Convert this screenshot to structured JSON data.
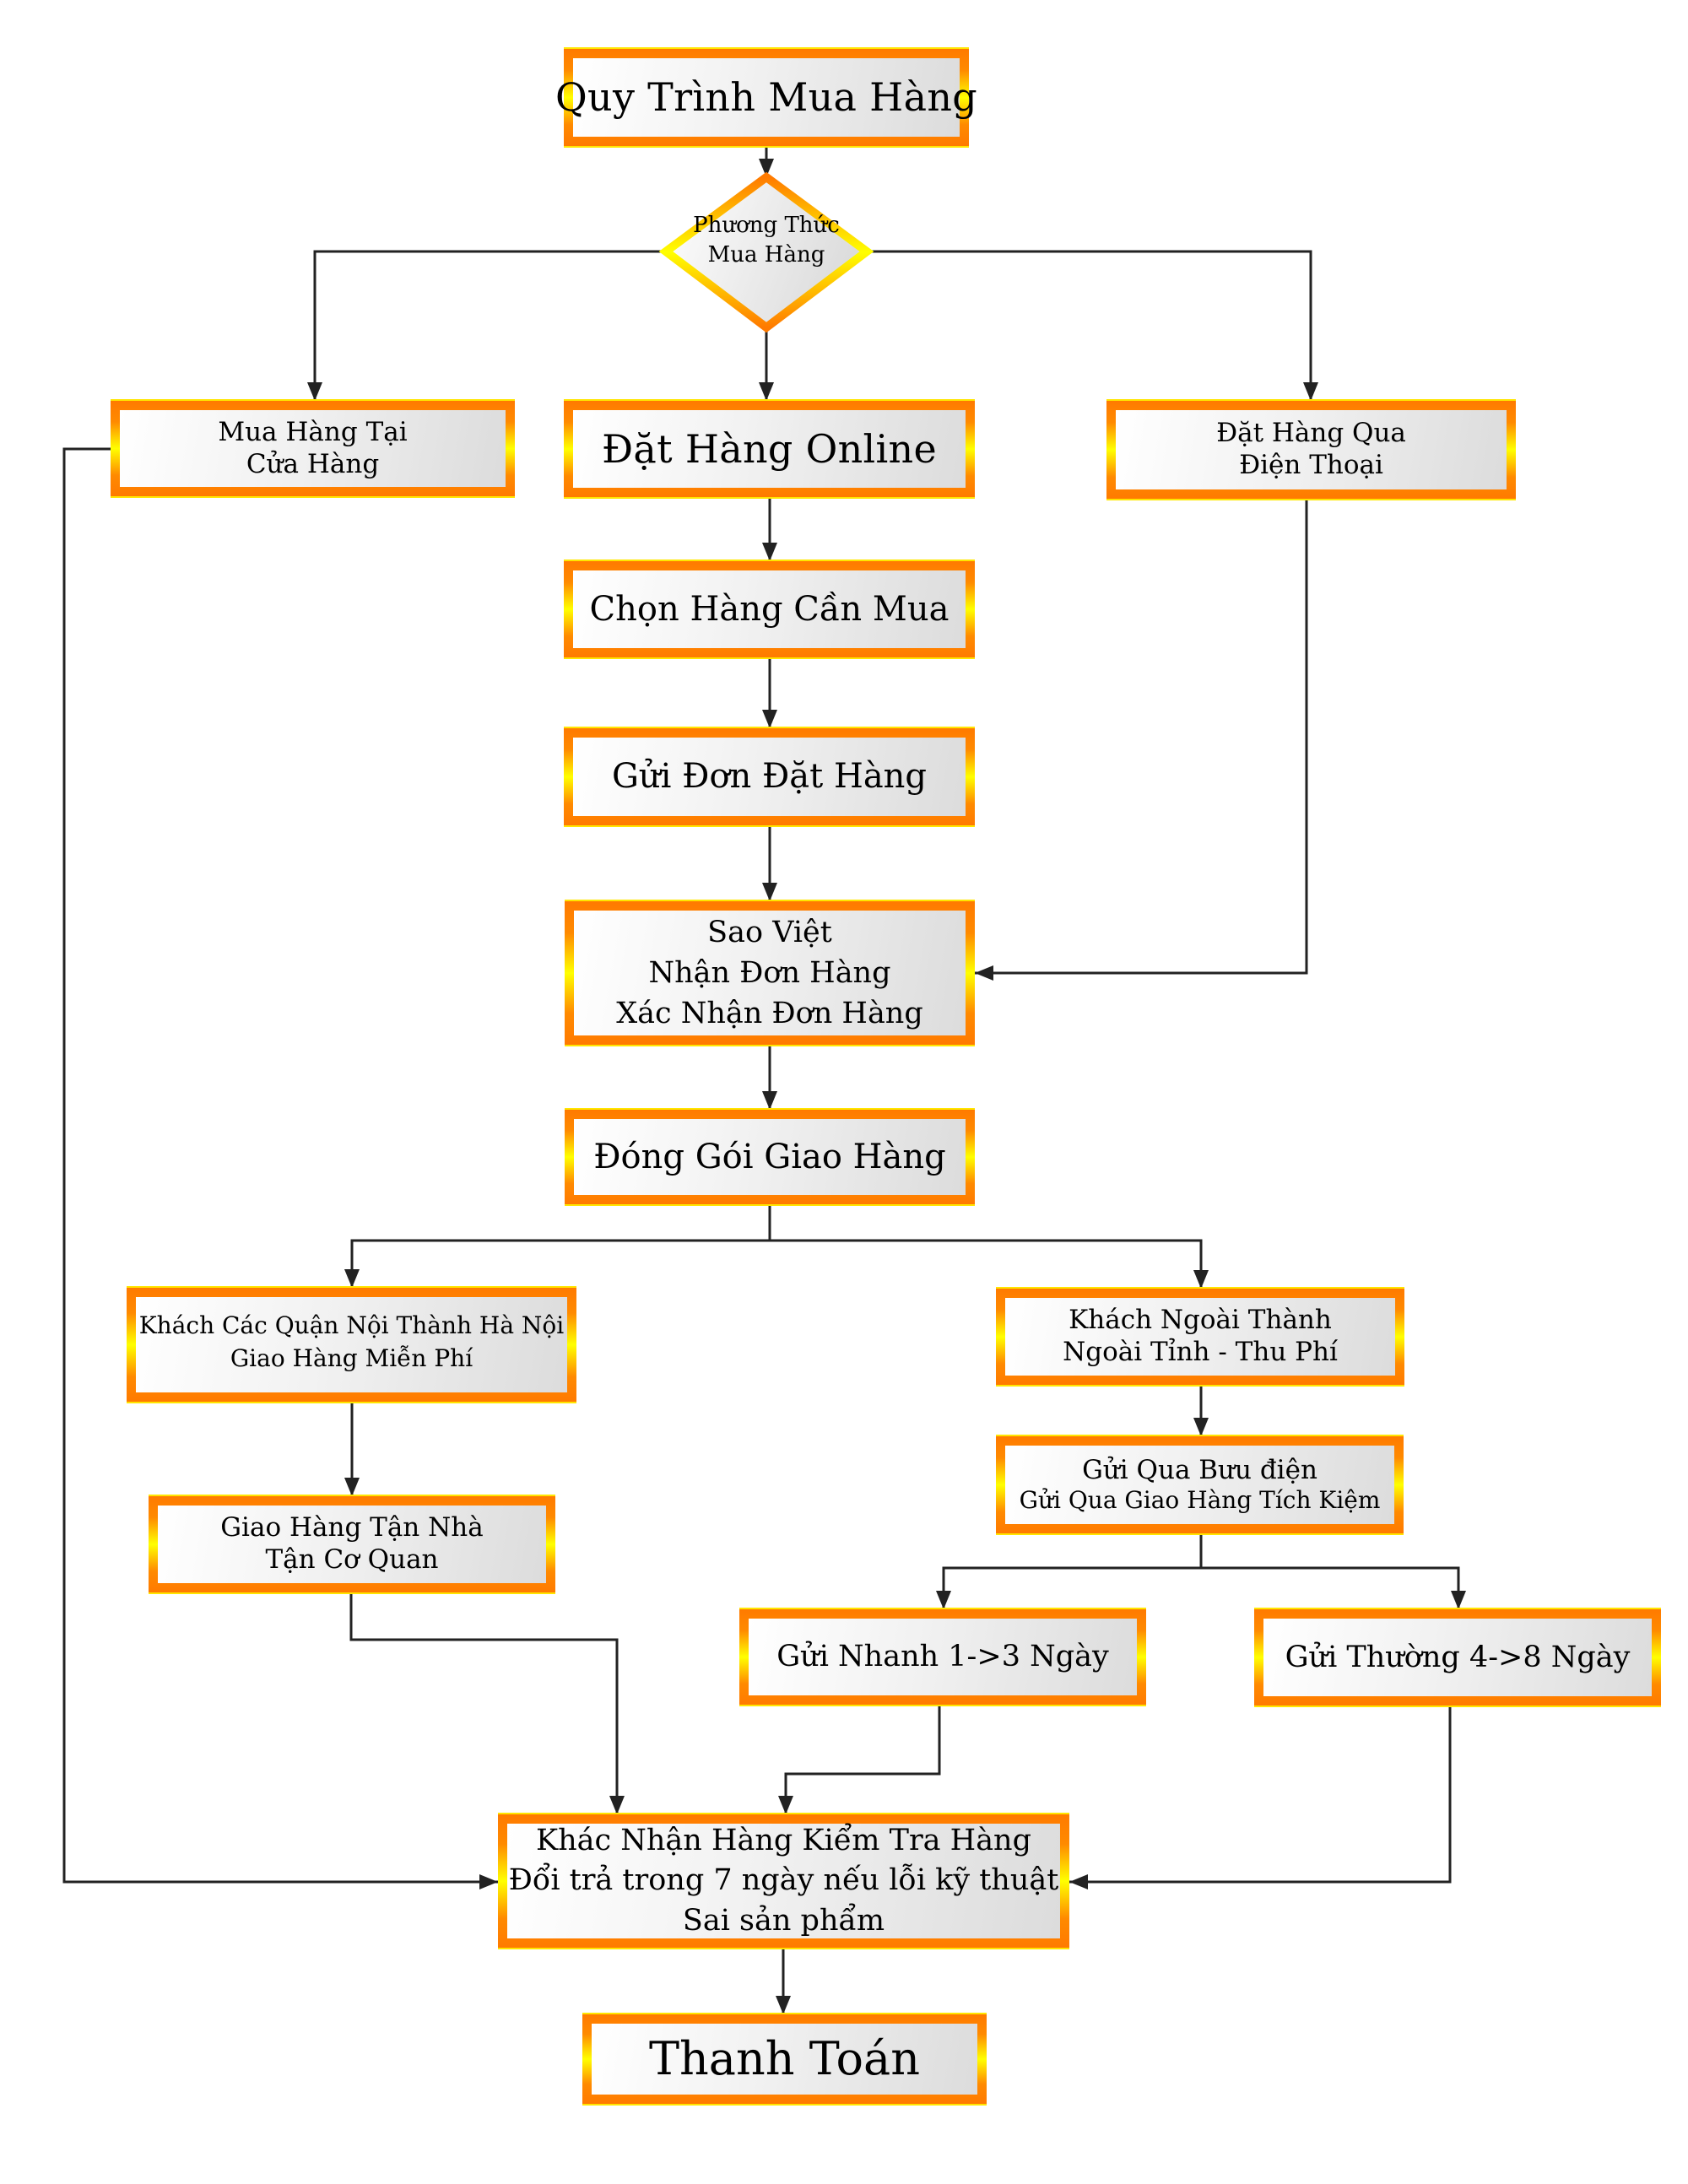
{
  "diagram": {
    "title": "Quy Trình Mua Hàng",
    "decision": {
      "lines": [
        "Phương Thức",
        "Mua Hàng"
      ]
    },
    "nodes": {
      "store": {
        "lines": [
          "Mua Hàng Tại",
          "Cửa Hàng"
        ]
      },
      "online": {
        "lines": [
          "Đặt Hàng Online"
        ]
      },
      "phone": {
        "lines": [
          "Đặt Hàng Qua",
          "Điện Thoại"
        ]
      },
      "choose": {
        "lines": [
          "Chọn Hàng Cần Mua"
        ]
      },
      "submit": {
        "lines": [
          "Gửi Đơn Đặt Hàng"
        ]
      },
      "confirm": {
        "lines": [
          "Sao Việt",
          "Nhận Đơn Hàng",
          "Xác Nhận Đơn Hàng"
        ]
      },
      "pack": {
        "lines": [
          "Đóng Gói Giao Hàng"
        ]
      },
      "inner_city": {
        "lines": [
          "Khách Các Quận Nội Thành Hà Nội",
          "Giao Hàng Miễn Phí"
        ]
      },
      "outer_city": {
        "lines": [
          "Khách Ngoài Thành",
          "Ngoài Tỉnh - Thu Phí"
        ]
      },
      "door": {
        "lines": [
          "Giao Hàng Tận Nhà",
          "Tận Cơ Quan"
        ]
      },
      "post": {
        "lines": [
          "Gửi Qua Bưu điện",
          "Gửi Qua Giao Hàng Tích Kiệm"
        ]
      },
      "fast": {
        "lines": [
          "Gửi Nhanh 1->3 Ngày"
        ]
      },
      "normal": {
        "lines": [
          "Gửi Thường 4->8 Ngày"
        ]
      },
      "receive": {
        "lines": [
          "Khác Nhận Hàng Kiểm Tra Hàng",
          "Đổi trả trong 7 ngày nếu lỗi kỹ thuật",
          "Sai sản phẩm"
        ]
      },
      "pay": {
        "lines": [
          "Thanh Toán"
        ]
      }
    },
    "edges": [
      [
        "title",
        "decision"
      ],
      [
        "decision",
        "store"
      ],
      [
        "decision",
        "online"
      ],
      [
        "decision",
        "phone"
      ],
      [
        "online",
        "choose"
      ],
      [
        "choose",
        "submit"
      ],
      [
        "submit",
        "confirm"
      ],
      [
        "phone",
        "confirm"
      ],
      [
        "confirm",
        "pack"
      ],
      [
        "pack",
        "inner_city"
      ],
      [
        "pack",
        "outer_city"
      ],
      [
        "inner_city",
        "door"
      ],
      [
        "outer_city",
        "post"
      ],
      [
        "post",
        "fast"
      ],
      [
        "post",
        "normal"
      ],
      [
        "door",
        "receive"
      ],
      [
        "fast",
        "receive"
      ],
      [
        "normal",
        "receive"
      ],
      [
        "store",
        "receive"
      ],
      [
        "receive",
        "pay"
      ]
    ],
    "colors": {
      "border_orange": "#ff7a00",
      "border_yellow": "#ffff00",
      "fill_light": "#ffffff",
      "fill_dark": "#dcdcdc",
      "connector": "#222222"
    }
  }
}
